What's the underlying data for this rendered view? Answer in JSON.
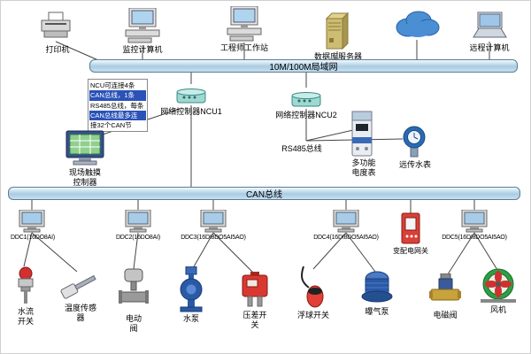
{
  "devices": {
    "printer": "打印机",
    "monitor_pc": "监控计算机",
    "workstation": "工程师工作站",
    "db_server": "数据库服务器",
    "remote_pc": "远程计算机",
    "ncu1": "网络控制器NCU1",
    "ncu2": "网络控制器NCU2",
    "touch_controller": "现场触摸控制器",
    "power_meter": "多功能电度表",
    "water_meter": "远传水表",
    "gateway": "变配电网关"
  },
  "buses": {
    "lan": "10M/100M局域网",
    "can": "CAN总线",
    "rs485": "RS485总线"
  },
  "note": {
    "lines": [
      "NCU可连接4条",
      "CAN总线，1条",
      "RS485总线，每条",
      "CAN总线最多连",
      "接32个CAN节"
    ]
  },
  "ddc": {
    "ddc1": "DDC1(16DO8AI)",
    "ddc2": "DDC2(16DO8AI)",
    "ddc3": "DDC3(16DI8DO5AI5AO)",
    "ddc4": "DDC4(16DI8DO5AI5AO)",
    "ddc5": "DDC5(16DI8DO5AI5AO)"
  },
  "field": {
    "water_flow_switch": "水流开关",
    "temp_sensor": "温度传感器",
    "electric_valve": "电动阀",
    "water_pump": "水泵",
    "pressure_switch": "压差开关",
    "float_switch": "浮球开关",
    "aeration_pump": "曝气泵",
    "solenoid_valve": "电磁阀",
    "fan": "风机"
  },
  "colors": {
    "bus_fill": "#a9cce2",
    "line": "#444444",
    "device_red": "#d83830",
    "device_blue": "#2a5aa5",
    "fan_green": "#2f9e44",
    "cloud_blue": "#4a8fd4"
  }
}
